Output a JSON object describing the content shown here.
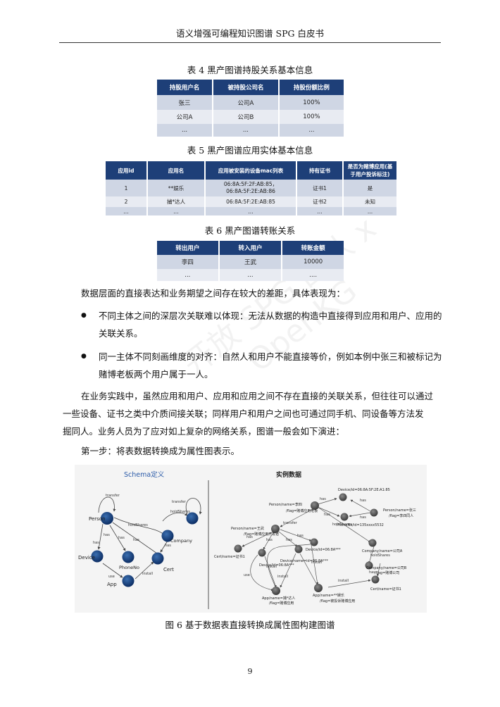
{
  "header": {
    "title": "语义增强可编程知识图谱 SPG 白皮书"
  },
  "watermark": "开放 SPG 团队 x OpenKG",
  "table4": {
    "caption": "表 4  黑产图谱持股关系基本信息",
    "headers": [
      "持股用户名",
      "被持股公司名",
      "持股份额比例"
    ],
    "rows": [
      [
        "张三",
        "公司A",
        "100%"
      ],
      [
        "公司A",
        "公司B",
        "100%"
      ],
      [
        "...",
        "...",
        "..."
      ]
    ]
  },
  "table5": {
    "caption": "表 5  黑产图谱应用实体基本信息",
    "headers": [
      "应用id",
      "应用名",
      "应用被安装的设备mac列表",
      "持有证书",
      "是否为赌博应用(基于用户投诉标注)"
    ],
    "rows": [
      [
        "1",
        "**娱乐",
        "06:8A:5F:2F:AB:85，06:8A:5F:2E:AB:86",
        "证书1",
        "是"
      ],
      [
        "2",
        "捕*达人",
        "06:8A:5F:2E:AB:85",
        "证书2",
        "未知"
      ],
      [
        "...",
        "...",
        "...",
        "...",
        "..."
      ]
    ]
  },
  "table6": {
    "caption": "表 6  黑产图谱转账关系",
    "headers": [
      "转出用户",
      "转入用户",
      "转账金额"
    ],
    "rows": [
      [
        "李四",
        "王武",
        "10000"
      ],
      [
        "...",
        "...",
        "...."
      ]
    ]
  },
  "body": {
    "intro": "数据层面的直接表达和业务期望之间存在较大的差距，具体表现为：",
    "bullet1_l1": "不同主体之间的深层次关联难以体现：无法从数据的构造中直接得到应用和用户、应用的",
    "bullet1_l2": "关联关系。",
    "bullet2_l1": "同一主体不同刻画维度的对齐：自然人和用户不能直接等价，例如本例中张三和被标记为",
    "bullet2_l2": "赌博老板两个用户属于一人。",
    "para_l1": "在业务实践中，虽然应用和用户、应用和应用之间不存在直接的关联关系，但往往可以通过",
    "para_l2": "一些设备、证书之类中介质间接关联；同样用户和用户之间也可通过同手机、同设备等方法发",
    "para_l3": "掘同人。业务人员为了应对如上复杂的网络关系，图谱一般会如下演进：",
    "step1": "第一步：将表数据转换成为属性图表示。"
  },
  "figure": {
    "schema_title": "Schema定义",
    "instance_title": "实例数据",
    "schema_nodes": {
      "person": "Person",
      "company": "Company",
      "device": "Device",
      "phone": "PhoneNo",
      "cert": "Cert",
      "app": "App"
    },
    "schema_edges": {
      "transfer1": "transfer",
      "transfer2": "transfer",
      "holdShares": "holdShares",
      "holdShares2": "holdShares",
      "has1": "has",
      "has2": "has",
      "has3": "has",
      "has4": "has",
      "has5": "has",
      "use": "use",
      "install": "install"
    },
    "instance_labels": {
      "dev1": "Device/id=06:8A:5F:2E:A1:85",
      "zhangsan_l1": "Person/name=张三",
      "zhangsan_l2": "/flag=李四同人",
      "lisi_l1": "Person/name=李四",
      "lisi_l2": "/flag=赌博应用老板",
      "phone": "PhoneNo/id=135xxxx5532",
      "wangwu_l1": "Person/name=王武",
      "wangwu_l2": "/flag=赌博应用开发者",
      "compA": "Company/name=公司A",
      "compB_l1": "Company/name=公司B",
      "compB_l2": "/flag=赌博公司",
      "cert1a": "Cert/name=证书1",
      "dev2": "Device/id=06:8A***",
      "dev3": "Device/id=06:8A***",
      "dev4": "Device/name=id=06:8A***",
      "cert1b": "Cert/name=证书1",
      "app1_l1": "App/name=捕*达人",
      "app1_l2": "/flag=赌博应用",
      "app2_l1": "App/name=**娱乐",
      "app2_l2": "/flag=被投诉赌博应用"
    },
    "instance_edges": {
      "has": "has",
      "transfer": "transfer",
      "holdShares": "holdShares",
      "use": "use",
      "install": "install"
    },
    "caption": "图 6  基于数据表直接转换成属性图构建图谱"
  },
  "page_number": "9"
}
